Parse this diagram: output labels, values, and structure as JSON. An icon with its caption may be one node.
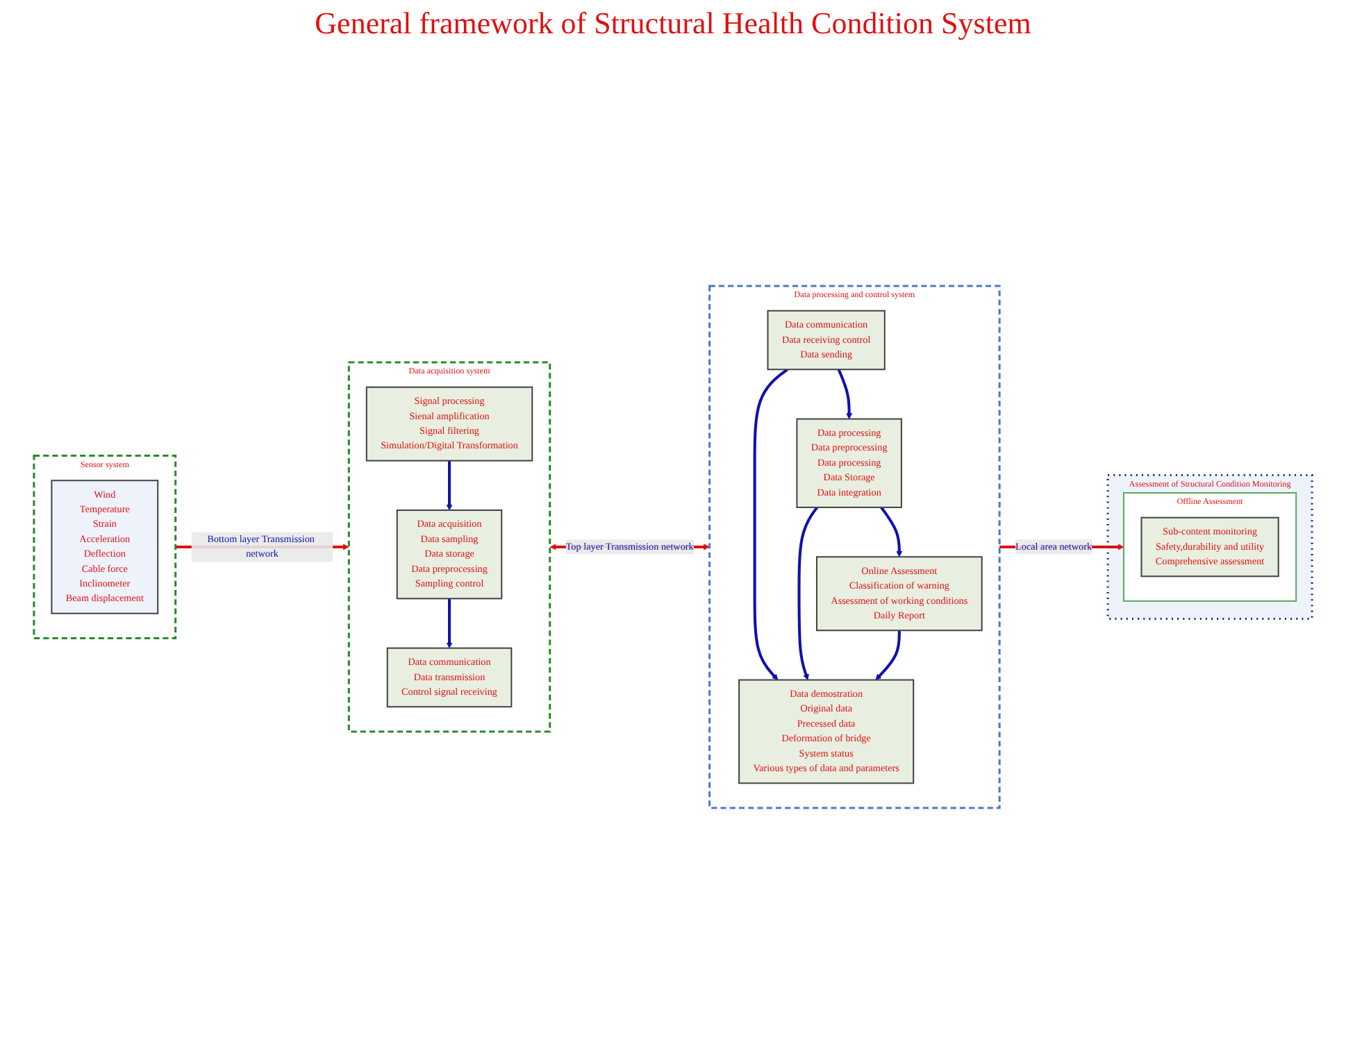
{
  "diagram": {
    "title": "General framework of Structural Health Condition System",
    "nodes": [
      {
        "text": [
          "Sensor system"
        ]
      },
      {
        "text": [
          "Wind",
          "Temperature",
          "Strain",
          "Acceleration",
          "Deflection",
          "Cable force",
          "Inclinometer",
          "Beam displacement"
        ],
        "in": 0
      },
      {
        "text": [
          "Data acquisition system"
        ]
      },
      {
        "text": [
          "Signal processing",
          "Sienal amplification",
          "Signal filtering",
          "Simulation/Digital Transformation"
        ],
        "in": 2
      },
      {
        "text": [
          "Data acquisition",
          "Data sampling",
          "Data storage",
          "Data preprocessing",
          "Sampling control"
        ],
        "in": 2
      },
      {
        "text": [
          "Data communication",
          "Data transmission",
          "Control signal receiving"
        ],
        "in": 2
      },
      {
        "text": [
          "Data processing and control system"
        ]
      },
      {
        "text": [
          "Data communication",
          "Data receiving control",
          "Data sending"
        ],
        "in": 6
      },
      {
        "text": [
          "Data processing",
          "Data preprocessing",
          "Data processing",
          "Data Storage",
          "Data integration"
        ],
        "in": 6
      },
      {
        "text": [
          "Data demostration",
          "Original data",
          "Precessed data",
          "Deformation of bridge",
          "System status",
          "Various types of data and parameters"
        ],
        "in": 6
      },
      {
        "text": [
          "Online Assessment",
          "Classification of warning",
          "Assessment of working conditions",
          "Daily Report"
        ],
        "in": 6
      },
      {
        "text": [
          "Assessment of Structural Condition Monitoring"
        ]
      },
      {
        "text": [
          "Offline Assessment"
        ],
        "in": 11
      },
      {
        "text": [
          "Sub-content monitoring",
          "Safety,durability and utility",
          "Comprehensive assessment"
        ],
        "in": 12
      }
    ],
    "edges": [
      {
        "from": 0,
        "to": 2,
        "arrow": "to",
        "label": "Bottom layer Transmission network",
        "color": "#dd1111"
      },
      {
        "from": 3,
        "to": 4,
        "arrow": "to"
      },
      {
        "from": 4,
        "to": 5,
        "arrow": "to"
      },
      {
        "from": 2,
        "to": 6,
        "arrow": "both",
        "label": "Top layer Transmission network",
        "color": "#dd1111"
      },
      {
        "from": 7,
        "to": 8,
        "arrow": "to"
      },
      {
        "from": 7,
        "to": 9,
        "arrow": "to"
      },
      {
        "from": 8,
        "to": 9,
        "arrow": "to"
      },
      {
        "from": 8,
        "to": 10,
        "arrow": "to"
      },
      {
        "from": 10,
        "to": 9,
        "arrow": "to"
      },
      {
        "from": 6,
        "to": 12,
        "arrow": "to",
        "label": "Local area network",
        "color": "#dd1111"
      }
    ]
  }
}
